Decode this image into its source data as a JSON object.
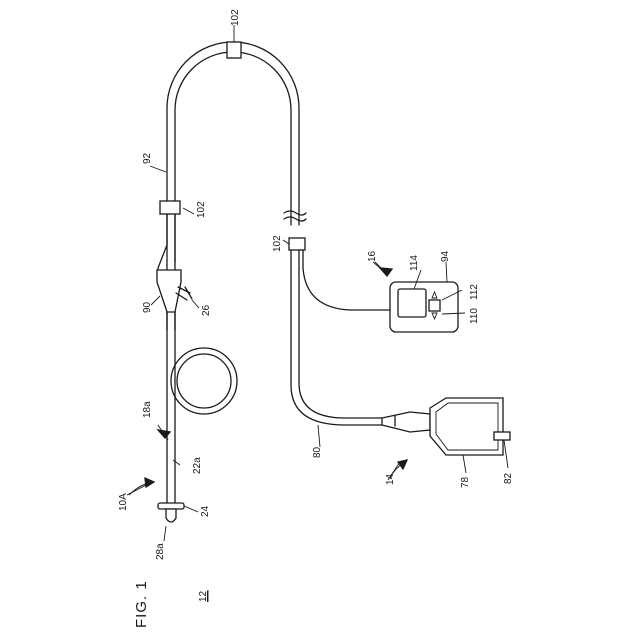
{
  "figure": {
    "title": "FIG. 1",
    "sheet_ref": "12"
  },
  "labels": {
    "clamp_top": "102",
    "tube_upper": "92",
    "clamp_left": "102",
    "clamp_right": "102",
    "hub": "90",
    "hub_port": "26",
    "catheter_body": "18a",
    "catheter_shaft": "22a",
    "catheter": "10A",
    "tip": "24",
    "tip_hole": "28a",
    "controller": "16",
    "display": "114",
    "controller_case": "94",
    "button_up": "112",
    "button_down": "110",
    "drain_tube": "80",
    "bag_assembly": "14",
    "bag": "78",
    "outlet": "82"
  }
}
